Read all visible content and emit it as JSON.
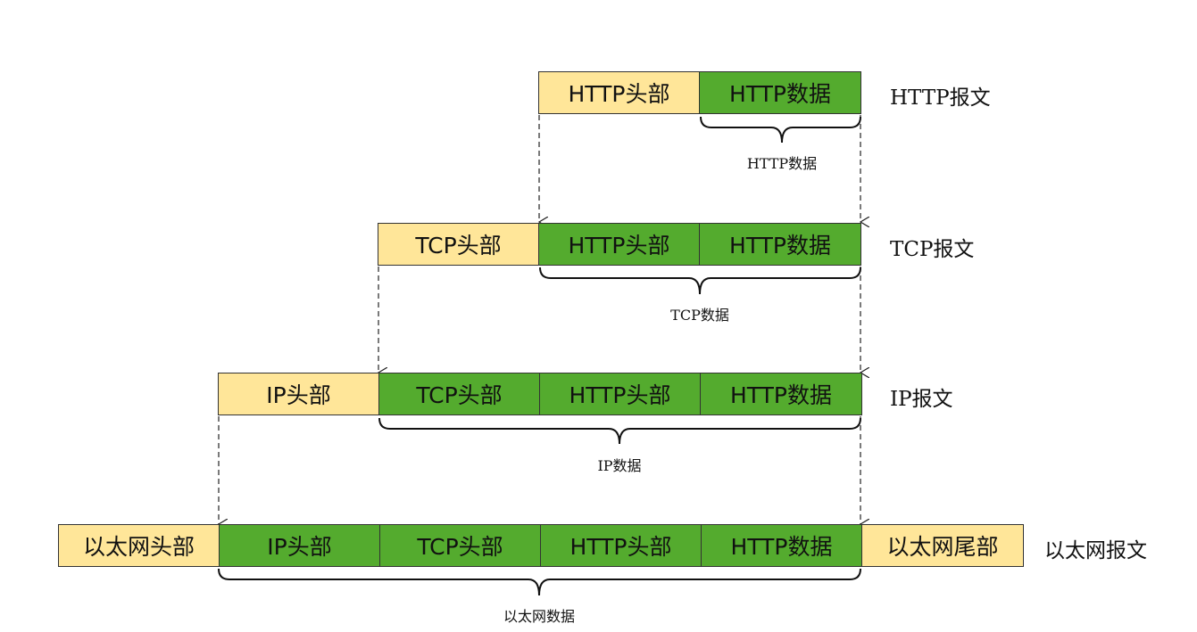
{
  "colors": {
    "header_fill": "#ffe699",
    "payload_fill": "#54ab2e",
    "border": "#333333"
  },
  "layers": {
    "http": {
      "packet_name": "HTTP报文",
      "segments": [
        "HTTP头部",
        "HTTP数据"
      ],
      "payload_label": "HTTP数据"
    },
    "tcp": {
      "packet_name": "TCP报文",
      "segments": [
        "TCP头部",
        "HTTP头部",
        "HTTP数据"
      ],
      "payload_label": "TCP数据"
    },
    "ip": {
      "packet_name": "IP报文",
      "segments": [
        "IP头部",
        "TCP头部",
        "HTTP头部",
        "HTTP数据"
      ],
      "payload_label": "IP数据"
    },
    "ethernet": {
      "packet_name": "以太网报文",
      "segments": [
        "以太网头部",
        "IP头部",
        "TCP头部",
        "HTTP头部",
        "HTTP数据",
        "以太网尾部"
      ],
      "payload_label": "以太网数据"
    }
  }
}
